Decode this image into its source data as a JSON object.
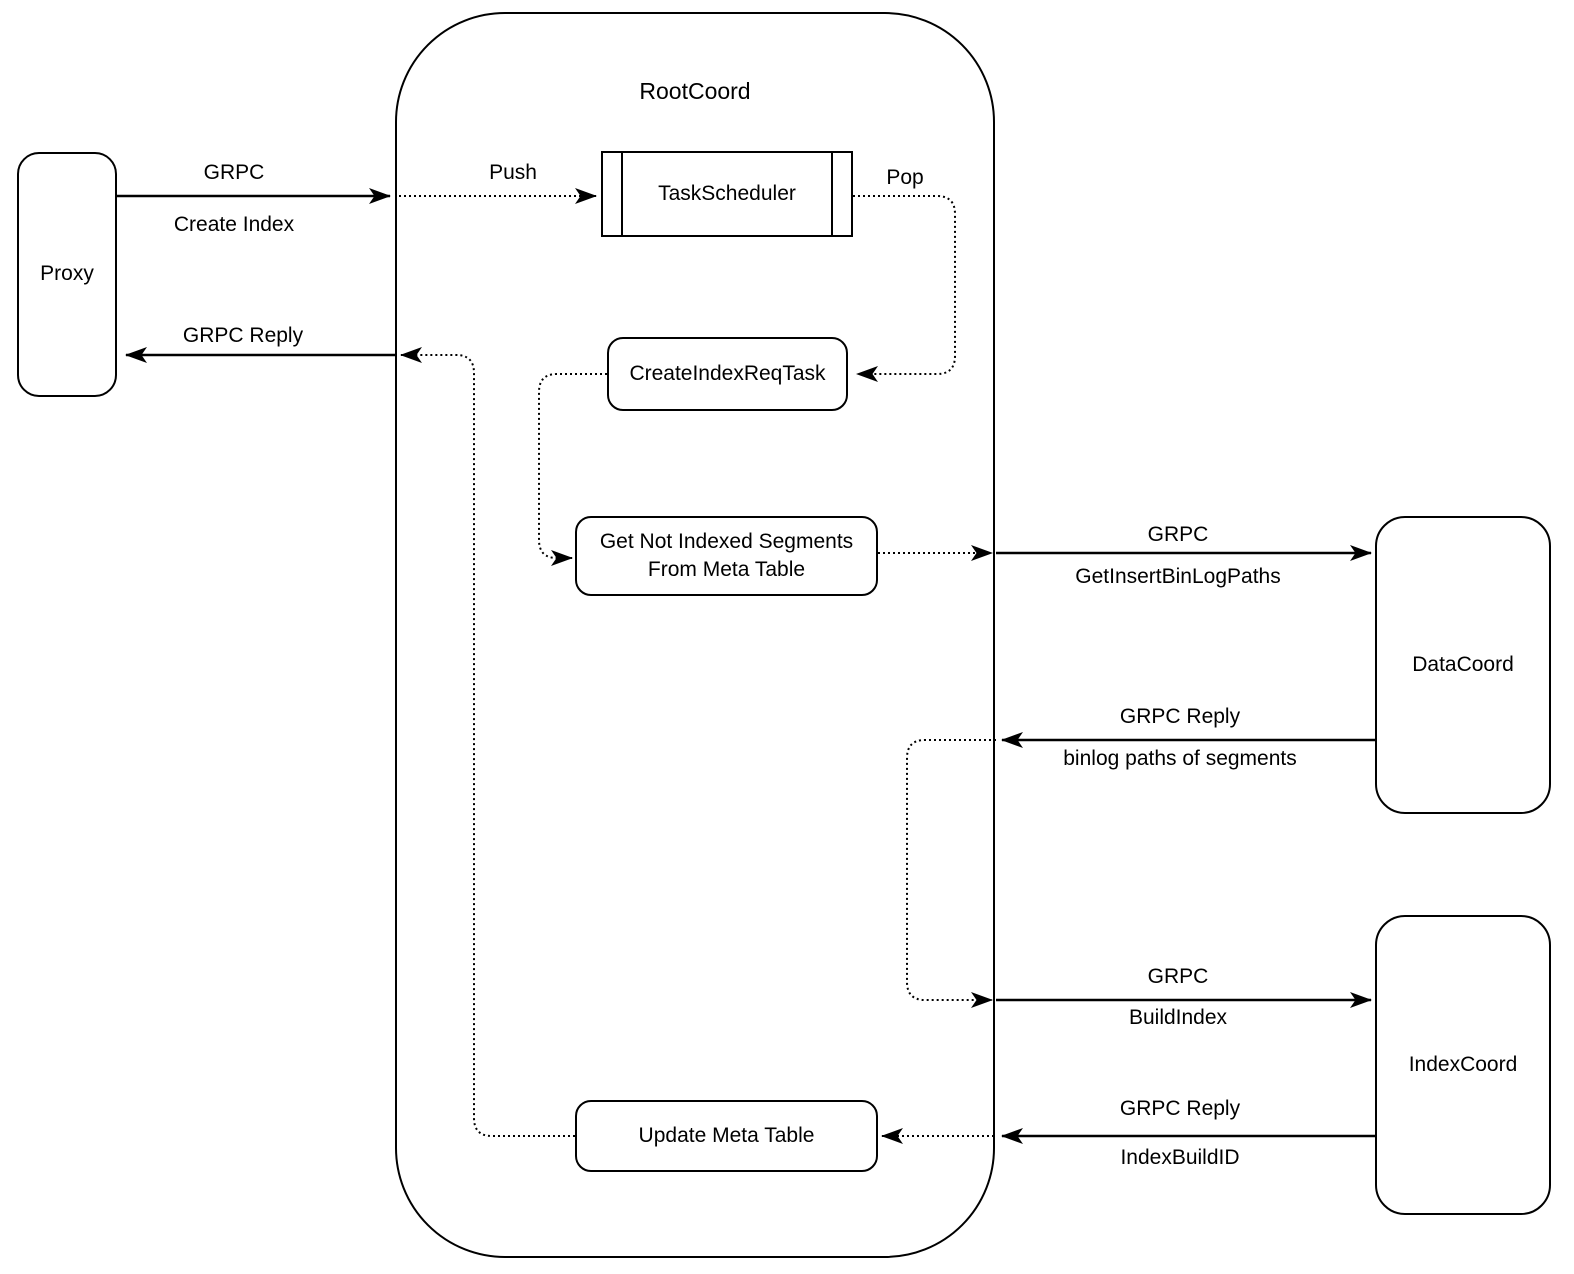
{
  "diagram": {
    "container_title": "RootCoord",
    "nodes": {
      "proxy": "Proxy",
      "task_scheduler": "TaskScheduler",
      "create_index_req_task": "CreateIndexReqTask",
      "get_not_indexed_line1": "Get Not Indexed Segments",
      "get_not_indexed_line2": "From Meta Table",
      "update_meta_table": "Update Meta Table",
      "data_coord": "DataCoord",
      "index_coord": "IndexCoord"
    },
    "edges": {
      "proxy_to_rootcoord": {
        "protocol": "GRPC",
        "message": "Create Index"
      },
      "rootcoord_to_proxy": {
        "protocol": "GRPC Reply"
      },
      "push": {
        "label": "Push"
      },
      "pop": {
        "label": "Pop"
      },
      "rootcoord_to_datacoord": {
        "protocol": "GRPC",
        "message": "GetInsertBinLogPaths"
      },
      "datacoord_to_rootcoord": {
        "protocol": "GRPC Reply",
        "message": "binlog paths of segments"
      },
      "rootcoord_to_indexcoord": {
        "protocol": "GRPC",
        "message": "BuildIndex"
      },
      "indexcoord_to_rootcoord": {
        "protocol": "GRPC Reply",
        "message": "IndexBuildID"
      }
    },
    "colors": {
      "stroke": "#000000",
      "background": "#ffffff",
      "text": "#000000"
    }
  }
}
